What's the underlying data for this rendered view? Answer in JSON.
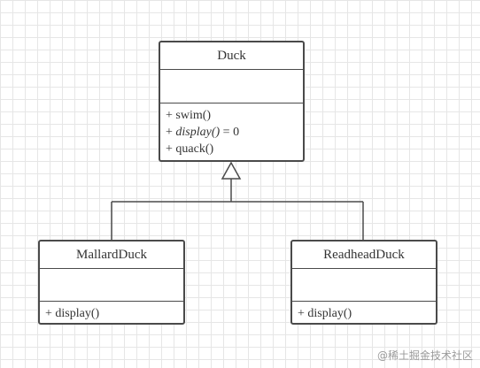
{
  "diagram": {
    "classes": [
      {
        "name": "Duck",
        "operations": [
          {
            "visibility": "+",
            "name": "swim()",
            "abstract": false,
            "suffix": ""
          },
          {
            "visibility": "+",
            "name": "display()",
            "abstract": true,
            "suffix": " = 0"
          },
          {
            "visibility": "+",
            "name": "quack()",
            "abstract": false,
            "suffix": ""
          }
        ]
      },
      {
        "name": "MallardDuck",
        "operations": [
          {
            "visibility": "+",
            "name": "display()",
            "abstract": false,
            "suffix": ""
          }
        ]
      },
      {
        "name": "ReadheadDuck",
        "operations": [
          {
            "visibility": "+",
            "name": "display()",
            "abstract": false,
            "suffix": ""
          }
        ]
      }
    ],
    "relations": [
      {
        "type": "generalization",
        "from": "MallardDuck",
        "to": "Duck"
      },
      {
        "type": "generalization",
        "from": "ReadheadDuck",
        "to": "Duck"
      }
    ]
  },
  "watermark": "@稀土掘金技术社区",
  "colors": {
    "line": "#4a4a4a",
    "grid": "#e6e6e6",
    "background": "#ffffff"
  }
}
